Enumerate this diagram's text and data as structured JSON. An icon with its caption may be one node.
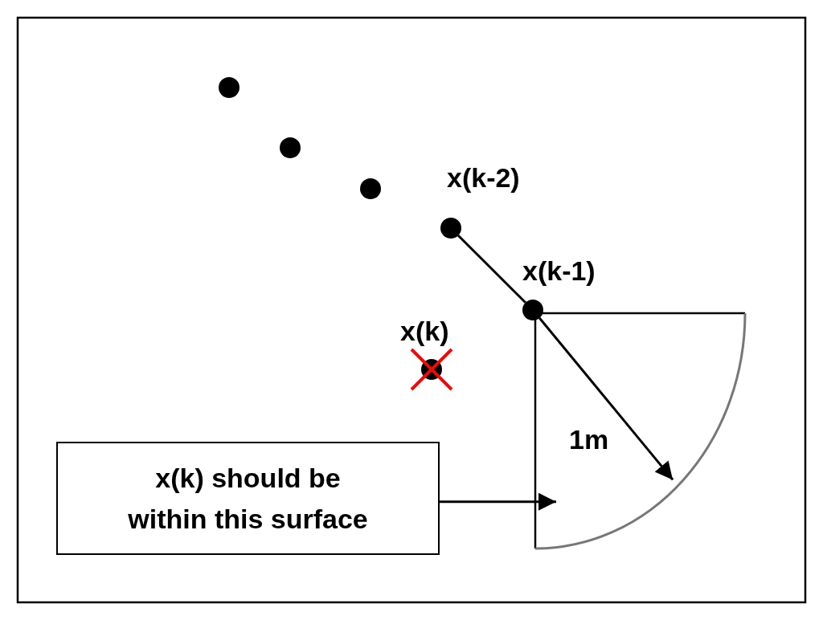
{
  "diagram": {
    "nodes": [
      {
        "text": [],
        "shape": "circle"
      },
      {
        "text": [],
        "shape": "circle"
      },
      {
        "text": [],
        "shape": "circle"
      },
      {
        "text": [],
        "shape": "circle",
        "beside": [
          "x(k-2)"
        ]
      },
      {
        "text": [],
        "shape": "circle",
        "beside": [
          "x(k-1)"
        ]
      },
      {
        "text": [],
        "shape": "circle",
        "beside": [
          "x(k)"
        ]
      },
      {
        "text": [],
        "shape": "sector"
      },
      {
        "text": [
          "x(k) should be within this surface"
        ]
      }
    ],
    "edges": [
      {
        "from": 3,
        "to": 4,
        "arrow": "none"
      },
      {
        "from": 7,
        "to": 6,
        "arrow": "to"
      },
      {
        "from": 4,
        "to": 6,
        "arrow": "to",
        "label": "1m"
      }
    ]
  }
}
